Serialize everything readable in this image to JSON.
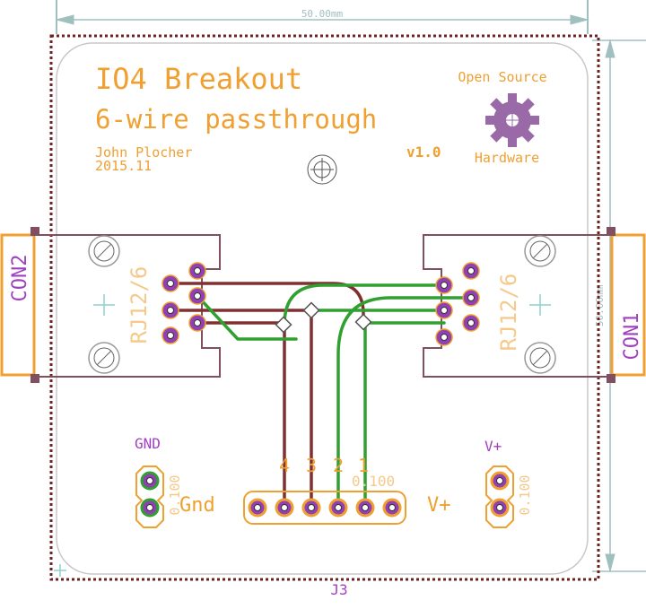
{
  "colors": {
    "silk": "#f0a030",
    "silk_light": "#f5c98a",
    "doc": "#a0c0c0",
    "name": "#a040c0",
    "outline": "#805060",
    "red_trace": "#803030",
    "green_trace": "#30a030",
    "pad": "#9040b0",
    "pad_ring": "#f0a030",
    "gear": "#9a6aa8",
    "board_border": "#702020",
    "board_outline": "#c0c0c0"
  },
  "dimensions": {
    "width_label": "50.00mm",
    "height_label": "50.00mm"
  },
  "silkscreen": {
    "title": "IO4 Breakout",
    "subtitle": "6-wire passthrough",
    "author": "John Plocher",
    "date": "2015.11",
    "version": "v1.0",
    "oshw_top": "Open Source",
    "oshw_bottom": "Hardware"
  },
  "connectors": {
    "left": {
      "name": "CON2",
      "value": "RJ12/6"
    },
    "right": {
      "name": "CON1",
      "value": "RJ12/6"
    }
  },
  "headers": {
    "gnd_label": "GND",
    "gnd_value": "0.100",
    "vplus_label": "V+",
    "vplus_value": "0.100",
    "main_name": "J3",
    "main_value": "0.100",
    "main_left_label": "Gnd",
    "main_right_label": "V+",
    "pin_numbers": [
      "4",
      "3",
      "2",
      "1"
    ]
  },
  "icons": [
    "crosshair-icon",
    "mounting-hole-icon",
    "open-source-hardware-gear-icon"
  ]
}
